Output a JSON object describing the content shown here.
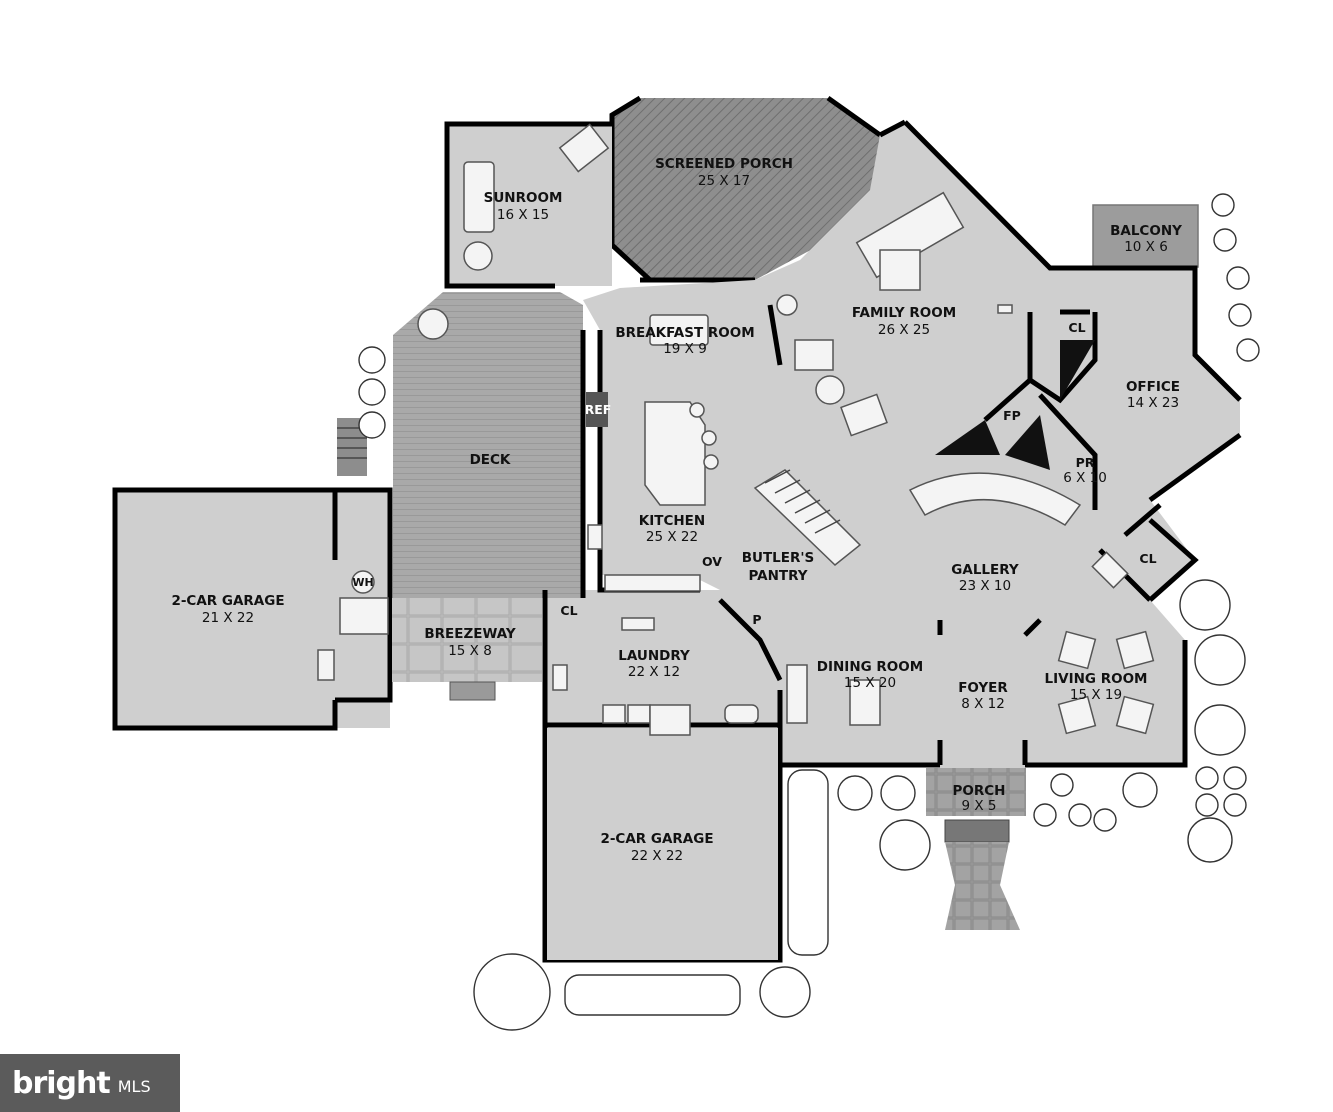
{
  "rooms": {
    "screened_porch": {
      "name": "SCREENED PORCH",
      "dim": "25 X 17"
    },
    "sunroom": {
      "name": "SUNROOM",
      "dim": "16 X 15"
    },
    "family_room": {
      "name": "FAMILY ROOM",
      "dim": "26 X 25"
    },
    "balcony": {
      "name": "BALCONY",
      "dim": "10 X 6"
    },
    "breakfast_room": {
      "name": "BREAKFAST ROOM",
      "dim": "19 X 9"
    },
    "office": {
      "name": "OFFICE",
      "dim": "14 X 23"
    },
    "deck": {
      "name": "DECK"
    },
    "powder_room": {
      "name": "PR",
      "dim": "6 X 10"
    },
    "kitchen": {
      "name": "KITCHEN",
      "dim": "25 X 22"
    },
    "garage_left": {
      "name": "2-CAR GARAGE",
      "dim": "21 X 22"
    },
    "butlers_pantry": {
      "name_line1": "BUTLER'S",
      "name_line2": "PANTRY"
    },
    "gallery": {
      "name": "GALLERY",
      "dim": "23 X 10"
    },
    "breezeway": {
      "name": "BREEZEWAY",
      "dim": "15 X 8"
    },
    "laundry": {
      "name": "LAUNDRY",
      "dim": "22 X 12"
    },
    "dining_room": {
      "name": "DINING ROOM",
      "dim": "15 X 20"
    },
    "foyer": {
      "name": "FOYER",
      "dim": "8 X 12"
    },
    "living_room": {
      "name": "LIVING ROOM",
      "dim": "15 X 19"
    },
    "porch": {
      "name": "PORCH",
      "dim": "9 X 5"
    },
    "garage_bottom": {
      "name": "2-CAR GARAGE",
      "dim": "22 X 22"
    }
  },
  "fixtures": {
    "ref": "REF",
    "ov": "OV",
    "wh": "WH",
    "fp": "FP",
    "pantry": "P",
    "closet": "CL"
  },
  "logo": {
    "brand": "bright",
    "suffix": "MLS"
  }
}
